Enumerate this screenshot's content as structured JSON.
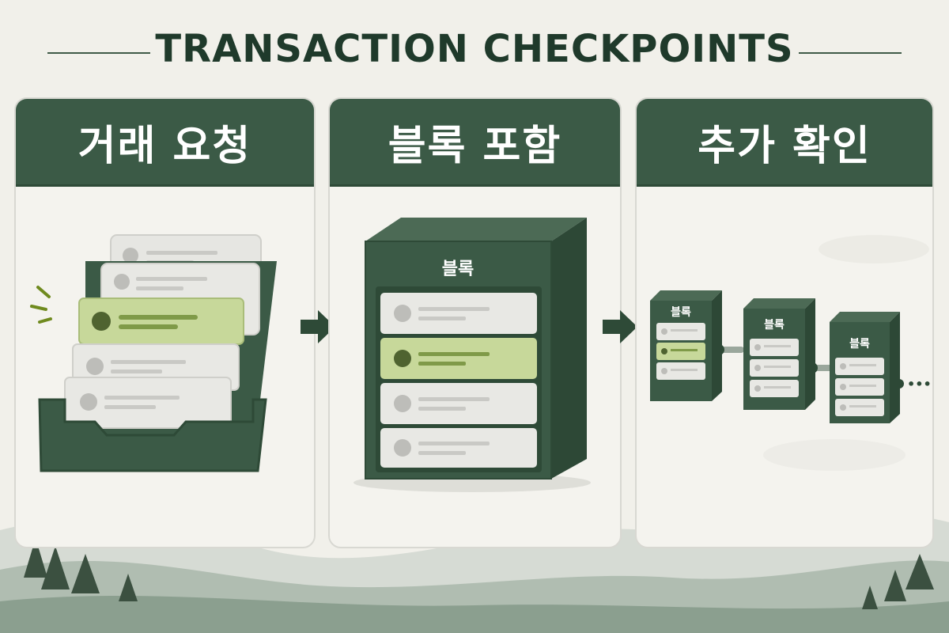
{
  "title": "TRANSACTION CHECKPOINTS",
  "steps": [
    {
      "label": "거래 요청"
    },
    {
      "label": "블록 포함"
    },
    {
      "label": "추가 확인"
    }
  ],
  "block_label": "블록",
  "chain_more": "•••",
  "colors": {
    "primary": "#3b5a46",
    "dark": "#2e4a37",
    "highlight": "#c7d89a",
    "card": "#e8e8e4",
    "background": "#f1f0ea"
  }
}
